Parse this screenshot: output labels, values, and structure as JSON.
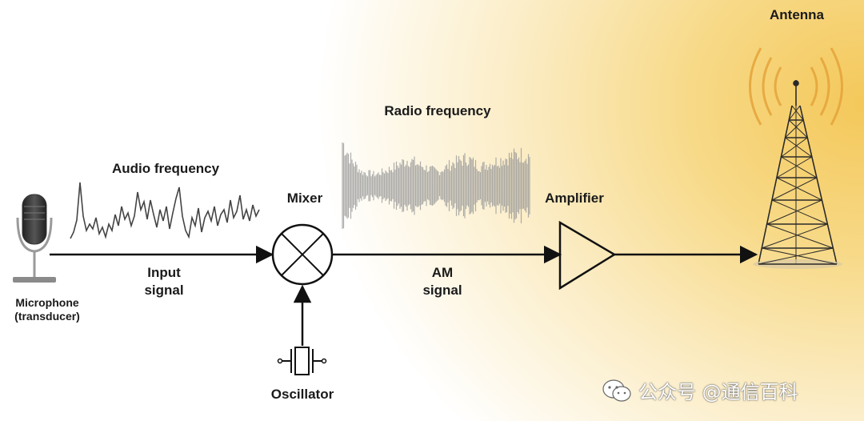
{
  "labels": {
    "antenna": "Antenna",
    "radio_frequency": "Radio frequency",
    "audio_frequency": "Audio frequency",
    "mixer": "Mixer",
    "amplifier": "Amplifier",
    "input_signal_line1": "Input",
    "input_signal_line2": "signal",
    "am_signal_line1": "AM",
    "am_signal_line2": "signal",
    "microphone_line1": "Microphone",
    "microphone_line2": "(transducer)",
    "oscillator": "Oscillator"
  },
  "watermark": {
    "text": "公众号 @通信百科",
    "icon": "wechat-icon"
  },
  "colors": {
    "line": "#111111",
    "audio_wave": "#444444",
    "radio_wave": "#9a9a9a",
    "antenna_rings": "#e5a43a",
    "background_glow": "#f4c85a"
  }
}
